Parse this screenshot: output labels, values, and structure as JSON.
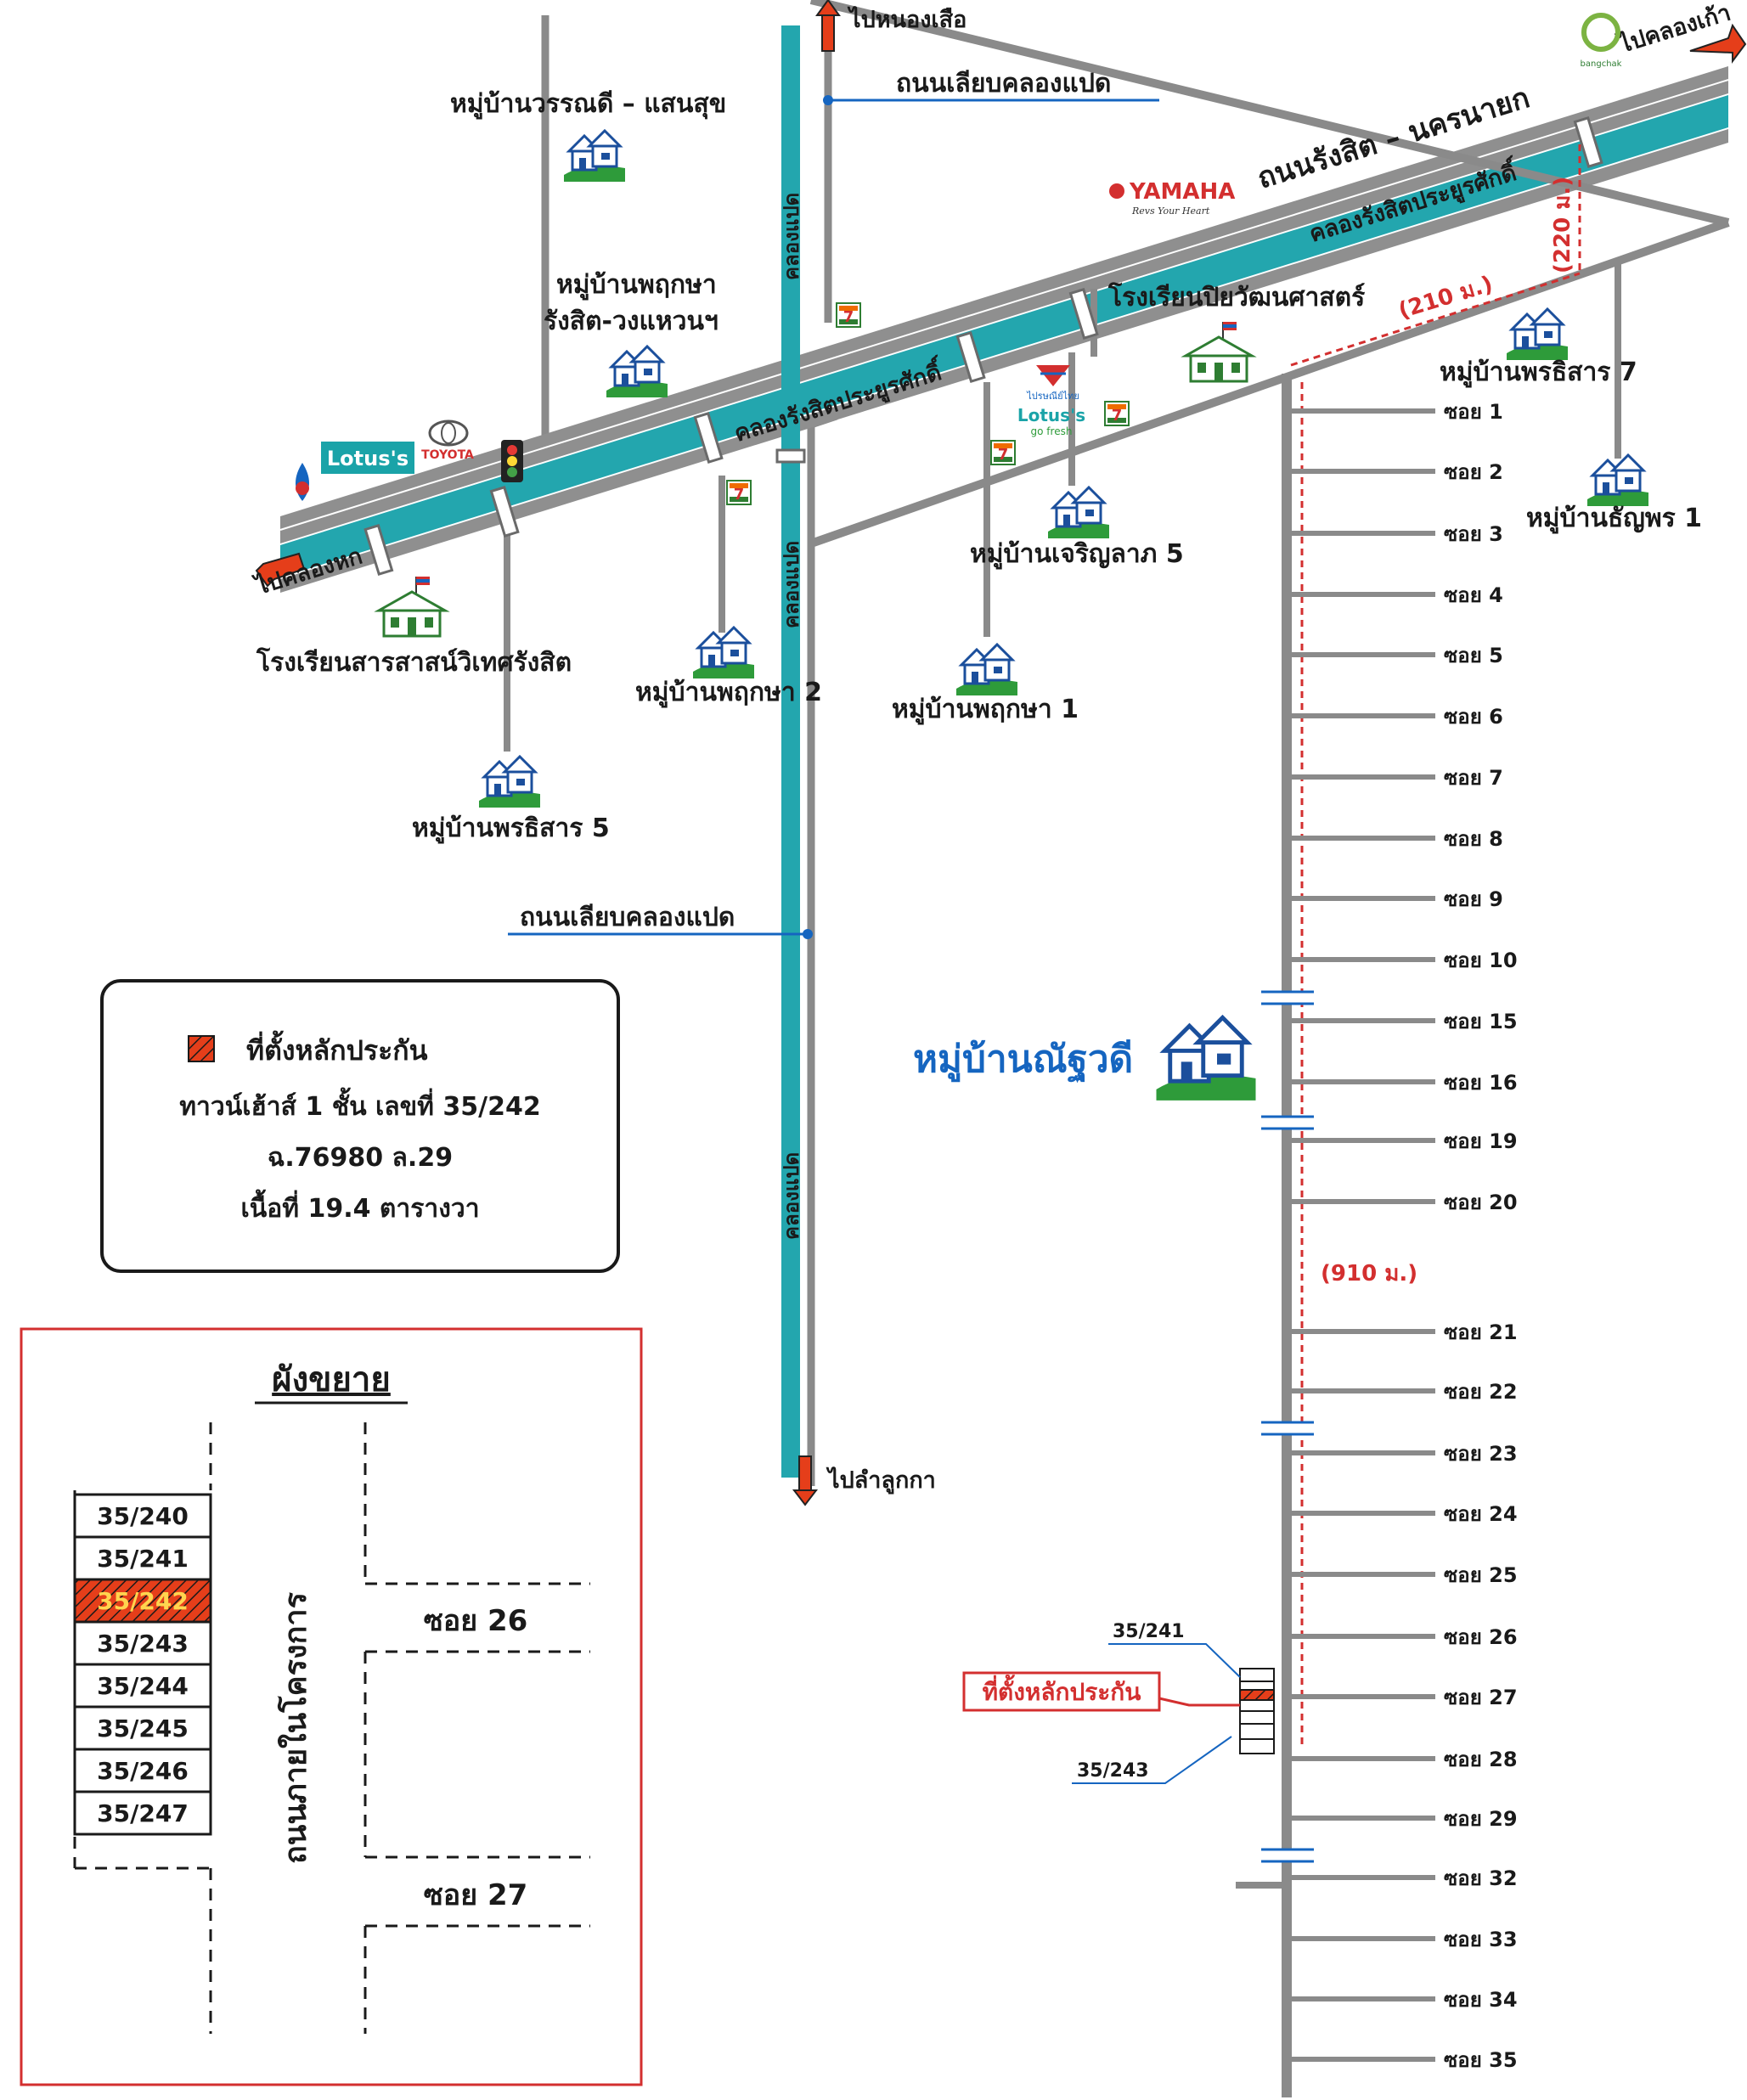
{
  "roads": {
    "main_road": "ถนนรังสิต – นครนายก",
    "canal_main_upper": "คลองรังสิตประยูรศักดิ์",
    "canal_main_lower": "คลองรังสิตประยูรศักดิ์",
    "side_road_top": "ถนนเลียบคลองแปด",
    "side_road_bottom": "ถนนเลียบคลองแปด",
    "khlong8_labels": [
      "คลองแปด",
      "คลองแปด",
      "คลองแปด"
    ]
  },
  "directions": {
    "north": "ไปหนองเสือ",
    "east": "ไปคลองเก้า",
    "west": "ไปคลองหก",
    "south": "ไปลำลูกกา"
  },
  "places": {
    "varandee": "หมู่บ้านวรรณดี – แสนสุข",
    "pruksa_rangsit_1": "หมู่บ้านพฤกษา",
    "pruksa_rangsit_2": "รังสิต-วงแหวนฯ",
    "school_piyawat": "โรงเรียนปิยวัฒนศาสตร์",
    "pornthisarn7": "หมู่บ้านพรธิสาร 7",
    "thanyaporn1": "หมู่บ้านธัญพร 1",
    "charoenlap5": "หมู่บ้านเจริญลาภ 5",
    "pruksa1": "หมู่บ้านพฤกษา 1",
    "pruksa2": "หมู่บ้านพฤกษา 2",
    "school_sarasas": "โรงเรียนสารสาสน์วิเทศรังสิต",
    "pornthisarn5": "หมู่บ้านพรธิสาร 5",
    "nattawadee": "หมู่บ้านณัฐวดี"
  },
  "brands": {
    "yamaha": "YAMAHA",
    "yamaha_tag": "Revs Your Heart",
    "lotus_left": "Lotus's",
    "toyota": "TOYOTA",
    "lotus_right": "Lotus's",
    "lotus_right_sub": "go fresh",
    "post": "ไปรษณีย์ไทย",
    "bangchak": "bangchak",
    "seven": "7"
  },
  "distances": {
    "d220": "(220 ม.)",
    "d210": "(210 ม.)",
    "d910": "(910 ม.)"
  },
  "sois": [
    "ซอย 1",
    "ซอย 2",
    "ซอย 3",
    "ซอย 4",
    "ซอย 5",
    "ซอย 6",
    "ซอย 7",
    "ซอย 8",
    "ซอย 9",
    "ซอย 10",
    "ซอย 15",
    "ซอย 16",
    "ซอย 19",
    "ซอย 20",
    "ซอย 21",
    "ซอย 22",
    "ซอย 23",
    "ซอย 24",
    "ซอย 25",
    "ซอย 26",
    "ซอย 27",
    "ซอย 28",
    "ซอย 29",
    "ซอย 32",
    "ซอย 33",
    "ซอย 34",
    "ซอย 35"
  ],
  "plot_marker": {
    "label": "ที่ตั้งหลักประกัน",
    "above": "35/241",
    "below": "35/243"
  },
  "info_box": {
    "title": "ที่ตั้งหลักประกัน",
    "line1": "ทาวน์เฮ้าส์ 1 ชั้น เลขที่ 35/242",
    "line2": "ฉ.76980  ล.29",
    "line3": "เนื้อที่ 19.4 ตารางวา"
  },
  "inset": {
    "title": "ผังขยาย",
    "units": [
      "35/240",
      "35/241",
      "35/242",
      "35/243",
      "35/244",
      "35/245",
      "35/246",
      "35/247"
    ],
    "inner_road": "ถนนภายในโครงการ",
    "soi26": "ซอย 26",
    "soi27": "ซอย 27"
  },
  "colors": {
    "canal": "#23a6ae",
    "road": "#8a8a8a",
    "highlight": "#e53e1a",
    "label_blue": "#1565c0",
    "distance_red": "#d32f2f"
  }
}
